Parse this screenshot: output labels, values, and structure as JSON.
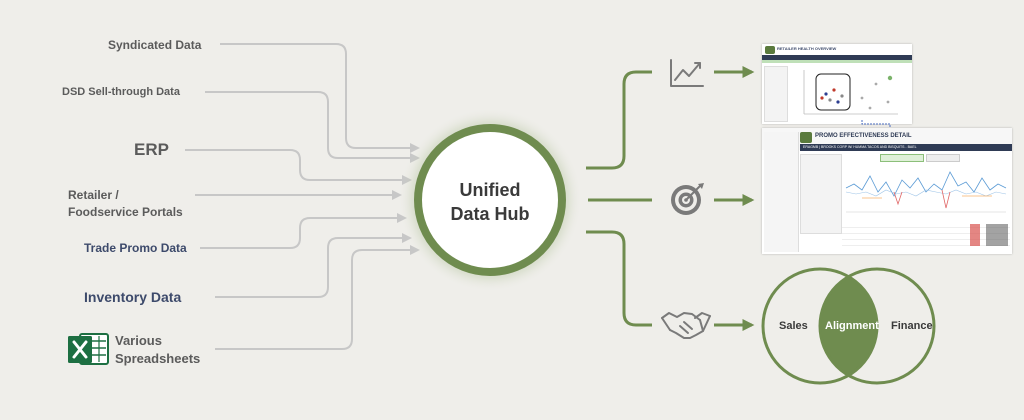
{
  "sources": [
    {
      "id": "syndicated",
      "label": "Syndicated Data"
    },
    {
      "id": "dsd",
      "label": "DSD Sell-through Data"
    },
    {
      "id": "erp",
      "label": "ERP"
    },
    {
      "id": "portals",
      "label_line1": "Retailer /",
      "label_line2": "Foodservice Portals"
    },
    {
      "id": "trade-promo",
      "label": "Trade Promo Data"
    },
    {
      "id": "inventory",
      "label": "Inventory Data"
    },
    {
      "id": "spreadsheets",
      "label_line1": "Various",
      "label_line2": "Spreadsheets"
    }
  ],
  "hub": {
    "line1": "Unified",
    "line2": "Data Hub"
  },
  "outputs": {
    "dashboard_top": {
      "title": "RETAILER HEALTH OVERVIEW"
    },
    "dashboard_bottom": {
      "title": "PROMO EFFECTIVENESS DETAIL",
      "subtitle": "ERAGMB | BROOKS CORP W/ HUMMA TACOS AND BISQUITS - BAEL"
    },
    "venn": {
      "left": "Sales",
      "center": "Alignment",
      "right": "Finance"
    }
  },
  "icons": [
    "excel-icon",
    "line-chart-icon",
    "target-icon",
    "handshake-icon"
  ],
  "colors": {
    "background": "#efeeea",
    "accent": "#6f8c4f",
    "accent_dark": "#5a7a3d",
    "source_text": "#5b5b5b",
    "source_text_blue": "#3d4a6b",
    "line": "#c7c7c7",
    "excel": "#1d6f42"
  }
}
